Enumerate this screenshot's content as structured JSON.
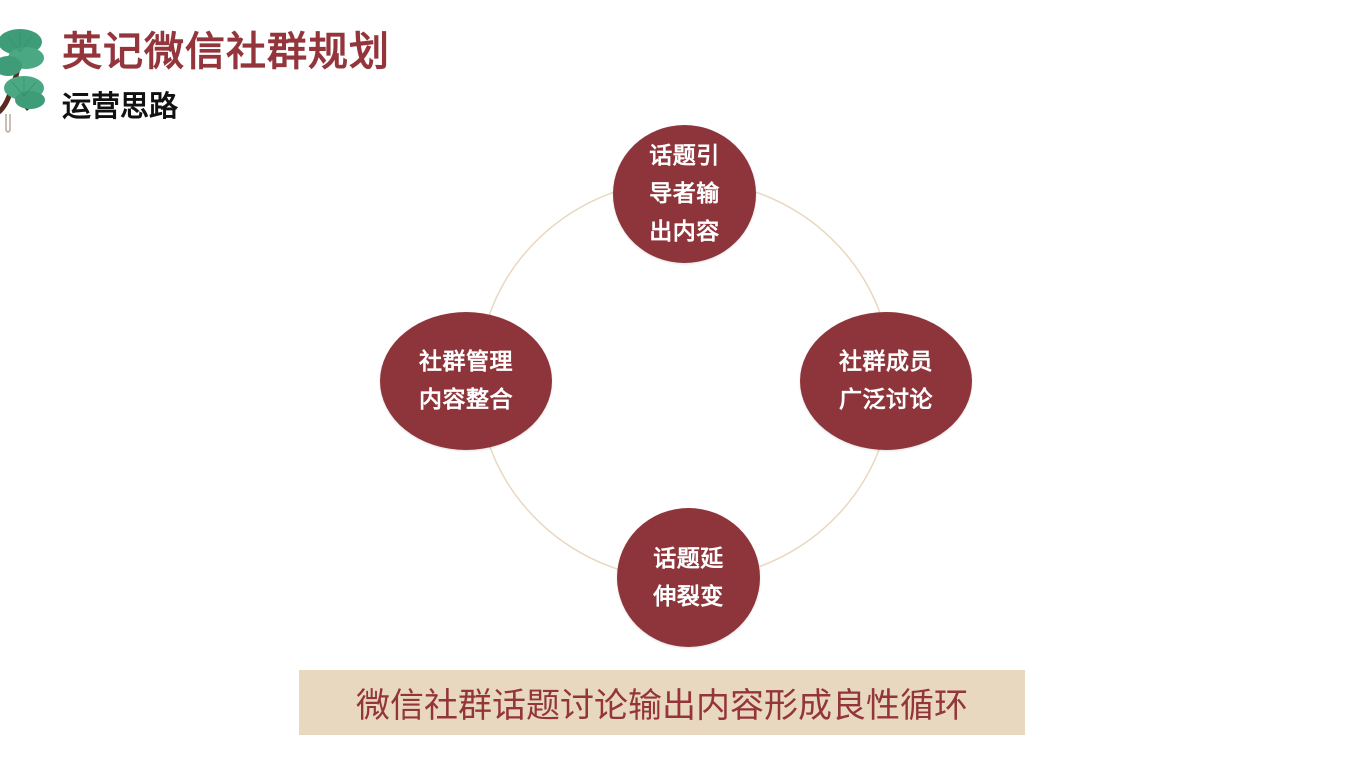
{
  "header": {
    "title": "英记微信社群规划",
    "subtitle": "运营思路",
    "logo_icon": "pine-tree-icon"
  },
  "cycle": {
    "ring_color": "#e8d8bf",
    "node_color": "#8e353b",
    "nodes": [
      {
        "position": "top",
        "lines": [
          "话题引",
          "导者输",
          "出内容"
        ]
      },
      {
        "position": "right",
        "lines": [
          "社群成员",
          "广泛讨论"
        ]
      },
      {
        "position": "bottom",
        "lines": [
          "话题延",
          "伸裂变"
        ]
      },
      {
        "position": "left",
        "lines": [
          "社群管理",
          "内容整合"
        ]
      }
    ]
  },
  "banner": {
    "text": "微信社群话题讨论输出内容形成良性循环",
    "background": "#e8d8bf",
    "text_color": "#93353b"
  },
  "colors": {
    "title": "#93353b",
    "subtitle": "#111111"
  }
}
